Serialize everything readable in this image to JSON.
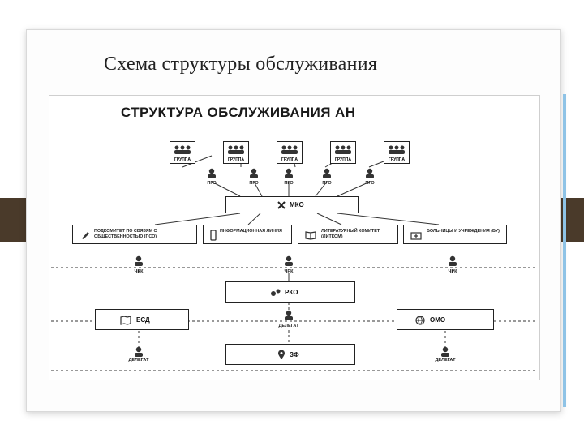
{
  "slide_title": "Схема структуры обслуживания",
  "diagram": {
    "heading": "СТРУКТУРА ОБСЛУЖИВАНИЯ АН",
    "group_label": "ГРУППА",
    "pgo_label": "ПГО",
    "mko": "МКО",
    "committees": [
      "ПОДКОМИТЕТ ПО СВЯЗЯМ С ОБЩЕСТВЕННОСТЬЮ (ПСО)",
      "ИНФОРМАЦИОННАЯ ЛИНИЯ",
      "ЛИТЕРАТУРНЫЙ КОМИТЕТ (ЛИТКОМ)",
      "БОЛЬНИЦЫ И УЧРЕЖДЕНИЯ (БУ)"
    ],
    "chk_label": "ЧРК",
    "rko": "РКО",
    "esd": "ЕСД",
    "omo": "ОМО",
    "delegate_label": "ДЕЛЕГАТ",
    "zf": "ЗФ"
  }
}
